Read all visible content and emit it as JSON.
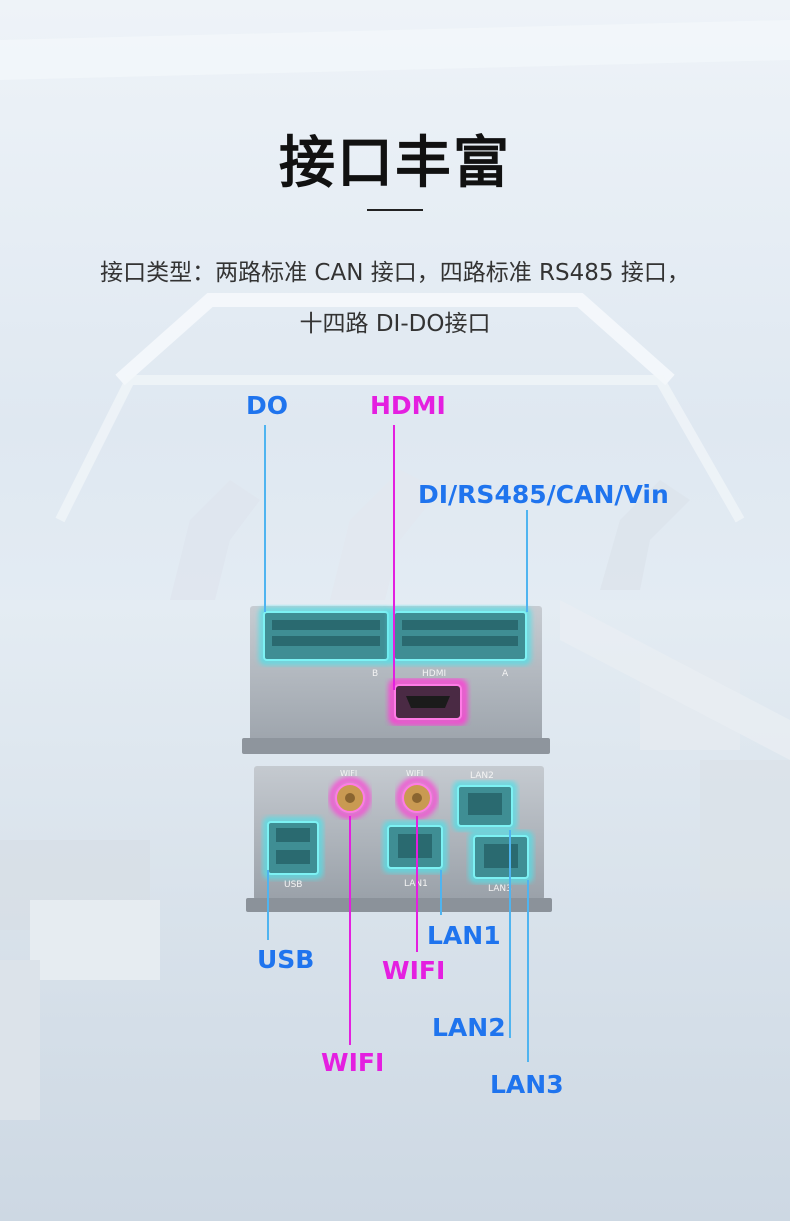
{
  "title": "接口丰富",
  "description_line1": "接口类型：两路标准 CAN 接口，四路标准 RS485 接口，",
  "description_line2": "十四路 DI-DO接口",
  "labels": {
    "do": "DO",
    "hdmi": "HDMI",
    "di_rs485_can_vin": "DI/RS485/CAN/Vin",
    "usb": "USB",
    "wifi_1": "WIFI",
    "wifi_2": "WIFI",
    "lan1": "LAN1",
    "lan2": "LAN2",
    "lan3": "LAN3"
  },
  "device_silkscreen": {
    "connector_b": "B",
    "connector_hdmi": "HDMI",
    "connector_a": "A",
    "usb": "USB",
    "wifi_left": "WIFI",
    "wifi_right": "WIFI",
    "lan1": "LAN1",
    "lan2": "LAN2",
    "lan3": "LAN3"
  },
  "colors": {
    "label_blue": "#1f74ee",
    "label_pink": "#e41fe0",
    "glow_cyan": "#4fe0e8",
    "glow_pink": "#ff3bd6"
  }
}
